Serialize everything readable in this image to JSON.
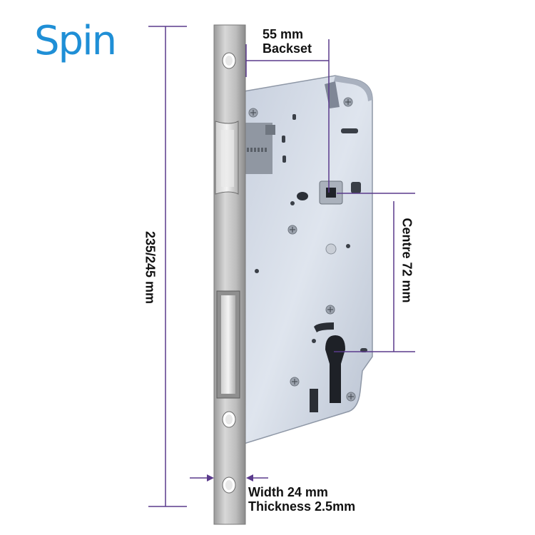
{
  "logo": {
    "text_s": "S",
    "text_p": "p",
    "text_i": "i",
    "text_n": "n"
  },
  "dimensions": {
    "backset_value": "55 mm",
    "backset_label": "Backset",
    "height": "235/245 mm",
    "centre": "Centre  72 mm",
    "width": "Width 24 mm",
    "thickness": "Thickness 2.5mm"
  },
  "colors": {
    "dimension_line": "#5a3a8c",
    "brand_blue": "#1f8fd6",
    "brand_orange": "#f59a19"
  }
}
